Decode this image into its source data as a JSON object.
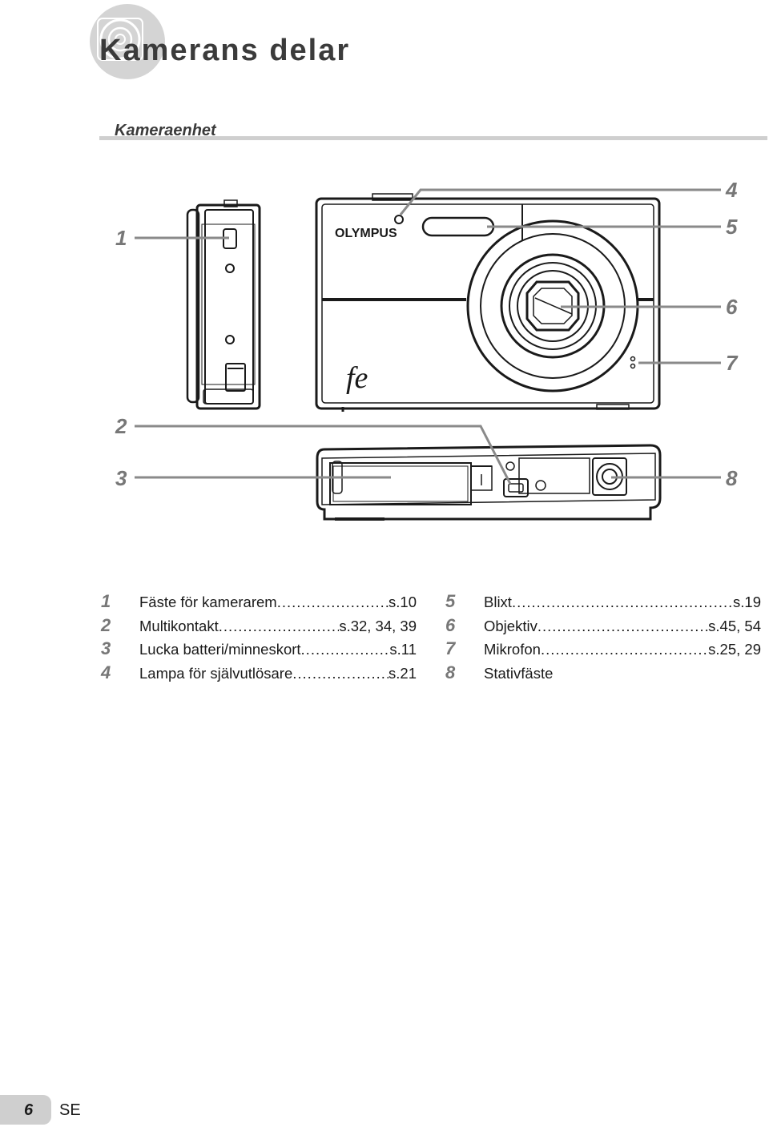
{
  "header": {
    "icon": "camera-lens-icon",
    "title": "Kamerans delar",
    "section": "Kameraenhet"
  },
  "diagram": {
    "brand": "OLYMPUS",
    "model": "fe",
    "callout_numbers": [
      "1",
      "2",
      "3",
      "4",
      "5",
      "6",
      "7",
      "8"
    ]
  },
  "parts": [
    {
      "num": "1",
      "label": "Fäste för kamerarem",
      "page": "s.10"
    },
    {
      "num": "2",
      "label": "Multikontakt",
      "page": "s.32, 34, 39"
    },
    {
      "num": "3",
      "label": "Lucka batteri/minneskort",
      "page": "s.11"
    },
    {
      "num": "4",
      "label": "Lampa för självutlösare",
      "page": "s.21"
    },
    {
      "num": "5",
      "label": "Blixt",
      "page": "s.19"
    },
    {
      "num": "6",
      "label": "Objektiv",
      "page": "s.45, 54"
    },
    {
      "num": "7",
      "label": "Mikrofon",
      "page": "s.25, 29"
    },
    {
      "num": "8",
      "label": "Stativfäste",
      "page": ""
    }
  ],
  "footer": {
    "page_number": "6",
    "language": "SE"
  },
  "colors": {
    "callout_gray": "#777777",
    "rule_gray": "#cfcfcf",
    "line_art": "#1a1a1a"
  }
}
